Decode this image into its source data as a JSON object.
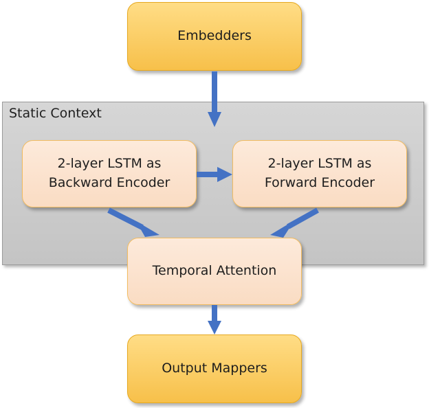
{
  "group": {
    "label": "Static Context"
  },
  "nodes": {
    "embedders": "Embedders",
    "backward_encoder": "2-layer LSTM as\nBackward Encoder",
    "forward_encoder": "2-layer LSTM as\nForward Encoder",
    "temporal_attention": "Temporal Attention",
    "output_mappers": "Output Mappers"
  },
  "colors": {
    "arrow": "#4472c4",
    "node_orange": "#f7c04a",
    "node_peach": "#fbe0cb",
    "group_fill": "#cfcfcf"
  }
}
